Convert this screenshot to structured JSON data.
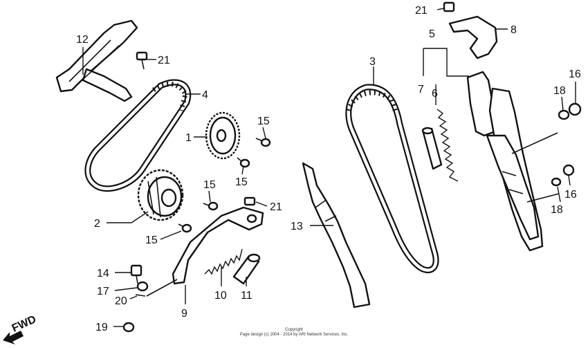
{
  "labels": {
    "l1": "1",
    "l2": "2",
    "l3": "3",
    "l4": "4",
    "l5": "5",
    "l6": "6",
    "l7": "7",
    "l8": "8",
    "l9": "9",
    "l10": "10",
    "l11": "11",
    "l12": "12",
    "l13": "13",
    "l14": "14",
    "l15a": "15",
    "l15b": "15",
    "l15c": "15",
    "l15d": "15",
    "l16a": "16",
    "l16b": "16",
    "l17": "17",
    "l18a": "18",
    "l18b": "18",
    "l19": "19",
    "l20": "20",
    "l21a": "21",
    "l21b": "21",
    "l21c": "21"
  },
  "fwd_label": "FWD",
  "copyright": {
    "line1": "Copyright",
    "line2": "Page design (c) 2004 - 2014 by ARI Network Services, Inc."
  }
}
